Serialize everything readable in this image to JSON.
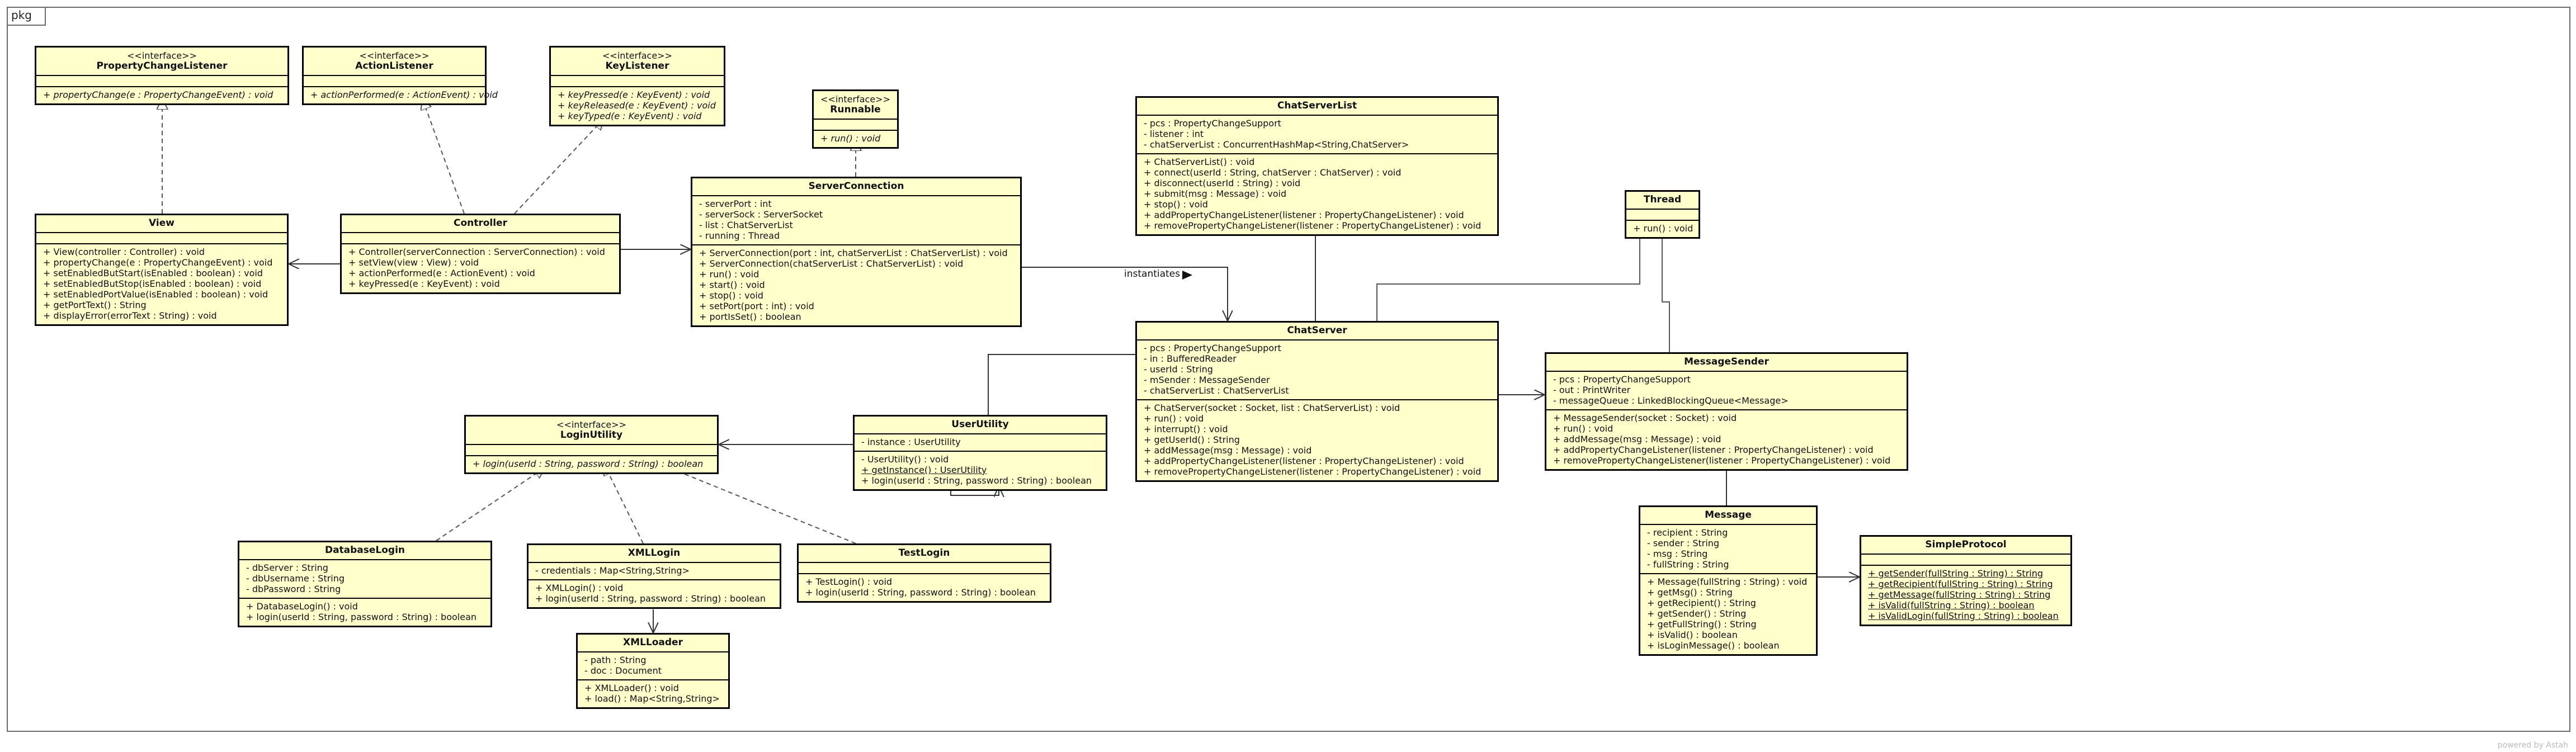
{
  "package_label": "pkg",
  "watermark": "powered by Astah",
  "instantiates_label": "instantiates",
  "classes": {
    "PropertyChangeListener": {
      "stereotype": "<<interface>>",
      "name": "PropertyChangeListener",
      "attributes": [],
      "operations": [
        {
          "text": "+ propertyChange(e : PropertyChangeEvent) : void",
          "abstract": true
        }
      ]
    },
    "ActionListener": {
      "stereotype": "<<interface>>",
      "name": "ActionListener",
      "attributes": [],
      "operations": [
        {
          "text": "+ actionPerformed(e : ActionEvent) : void",
          "abstract": true
        }
      ]
    },
    "KeyListener": {
      "stereotype": "<<interface>>",
      "name": "KeyListener",
      "attributes": [],
      "operations": [
        {
          "text": "+ keyPressed(e : KeyEvent) : void",
          "abstract": true
        },
        {
          "text": "+ keyReleased(e : KeyEvent) : void",
          "abstract": true
        },
        {
          "text": "+ keyTyped(e : KeyEvent) : void",
          "abstract": true
        }
      ]
    },
    "Runnable": {
      "stereotype": "<<interface>>",
      "name": "Runnable",
      "attributes": [],
      "operations": [
        {
          "text": "+ run() : void",
          "abstract": true
        }
      ]
    },
    "View": {
      "stereotype": "",
      "name": "View",
      "attributes": [],
      "operations": [
        {
          "text": "+ View(controller : Controller) : void"
        },
        {
          "text": "+ propertyChange(e : PropertyChangeEvent) : void"
        },
        {
          "text": "+ setEnabledButStart(isEnabled : boolean) : void"
        },
        {
          "text": "+ setEnabledButStop(isEnabled : boolean) : void"
        },
        {
          "text": "+ setEnabledPortValue(isEnabled : boolean) : void"
        },
        {
          "text": "+ getPortText() : String"
        },
        {
          "text": "+ displayError(errorText : String) : void"
        }
      ]
    },
    "Controller": {
      "stereotype": "",
      "name": "Controller",
      "attributes": [],
      "operations": [
        {
          "text": "+ Controller(serverConnection : ServerConnection) : void"
        },
        {
          "text": "+ setView(view : View) : void"
        },
        {
          "text": "+ actionPerformed(e : ActionEvent) : void"
        },
        {
          "text": "+ keyPressed(e : KeyEvent) : void"
        }
      ]
    },
    "ServerConnection": {
      "stereotype": "",
      "name": "ServerConnection",
      "attributes": [
        {
          "text": "- serverPort : int"
        },
        {
          "text": "- serverSock : ServerSocket"
        },
        {
          "text": "- list : ChatServerList"
        },
        {
          "text": "- running : Thread"
        }
      ],
      "operations": [
        {
          "text": "+ ServerConnection(port : int, chatServerList : ChatServerList) : void"
        },
        {
          "text": "+ ServerConnection(chatServerList : ChatServerList) : void"
        },
        {
          "text": "+ run() : void"
        },
        {
          "text": "+ start() : void"
        },
        {
          "text": "+ stop() : void"
        },
        {
          "text": "+ setPort(port : int) : void"
        },
        {
          "text": "+ portIsSet() : boolean"
        }
      ]
    },
    "ChatServerList": {
      "stereotype": "",
      "name": "ChatServerList",
      "attributes": [
        {
          "text": "- pcs : PropertyChangeSupport"
        },
        {
          "text": "- listener : int"
        },
        {
          "text": "- chatServerList : ConcurrentHashMap<String,ChatServer>"
        }
      ],
      "operations": [
        {
          "text": "+ ChatServerList() : void"
        },
        {
          "text": "+ connect(userId : String, chatServer : ChatServer) : void"
        },
        {
          "text": "+ disconnect(userId : String) : void"
        },
        {
          "text": "+ submit(msg : Message) : void"
        },
        {
          "text": "+ stop() : void"
        },
        {
          "text": "+ addPropertyChangeListener(listener : PropertyChangeListener) : void"
        },
        {
          "text": "+ removePropertyChangeListener(listener : PropertyChangeListener) : void"
        }
      ]
    },
    "Thread": {
      "stereotype": "",
      "name": "Thread",
      "attributes": [],
      "operations": [
        {
          "text": "+ run() : void"
        }
      ]
    },
    "ChatServer": {
      "stereotype": "",
      "name": "ChatServer",
      "attributes": [
        {
          "text": "- pcs : PropertyChangeSupport"
        },
        {
          "text": "- in : BufferedReader"
        },
        {
          "text": "- userId : String"
        },
        {
          "text": "- mSender : MessageSender"
        },
        {
          "text": "- chatServerList : ChatServerList"
        }
      ],
      "operations": [
        {
          "text": "+ ChatServer(socket : Socket, list : ChatServerList) : void"
        },
        {
          "text": "+ run() : void"
        },
        {
          "text": "+ interrupt() : void"
        },
        {
          "text": "+ getUserId() : String"
        },
        {
          "text": "+ addMessage(msg : Message) : void"
        },
        {
          "text": "+ addPropertyChangeListener(listener : PropertyChangeListener) : void"
        },
        {
          "text": "+ removePropertyChangeListener(listener : PropertyChangeListener) : void"
        }
      ]
    },
    "MessageSender": {
      "stereotype": "",
      "name": "MessageSender",
      "attributes": [
        {
          "text": "- pcs : PropertyChangeSupport"
        },
        {
          "text": "- out : PrintWriter"
        },
        {
          "text": "- messageQueue : LinkedBlockingQueue<Message>"
        }
      ],
      "operations": [
        {
          "text": "+ MessageSender(socket : Socket) : void"
        },
        {
          "text": "+ run() : void"
        },
        {
          "text": "+ addMessage(msg : Message) : void"
        },
        {
          "text": "+ addPropertyChangeListener(listener : PropertyChangeListener) : void"
        },
        {
          "text": "+ removePropertyChangeListener(listener : PropertyChangeListener) : void"
        }
      ]
    },
    "LoginUtility": {
      "stereotype": "<<interface>>",
      "name": "LoginUtility",
      "attributes": [],
      "operations": [
        {
          "text": "+ login(userId : String, password : String) : boolean",
          "abstract": true
        }
      ]
    },
    "UserUtility": {
      "stereotype": "",
      "name": "UserUtility",
      "attributes": [
        {
          "text": "- instance : UserUtility"
        }
      ],
      "operations": [
        {
          "text": "- UserUtility() : void"
        },
        {
          "text": "+ getInstance() : UserUtility",
          "static": true
        },
        {
          "text": "+ login(userId : String, password : String) : boolean"
        }
      ]
    },
    "DatabaseLogin": {
      "stereotype": "",
      "name": "DatabaseLogin",
      "attributes": [
        {
          "text": "- dbServer : String"
        },
        {
          "text": "- dbUsername : String"
        },
        {
          "text": "- dbPassword : String"
        }
      ],
      "operations": [
        {
          "text": "+ DatabaseLogin() : void"
        },
        {
          "text": "+ login(userId : String, password : String) : boolean"
        }
      ]
    },
    "XMLLogin": {
      "stereotype": "",
      "name": "XMLLogin",
      "attributes": [
        {
          "text": "- credentials : Map<String,String>"
        }
      ],
      "operations": [
        {
          "text": "+ XMLLogin() : void"
        },
        {
          "text": "+ login(userId : String, password : String) : boolean"
        }
      ]
    },
    "TestLogin": {
      "stereotype": "",
      "name": "TestLogin",
      "attributes": [],
      "operations": [
        {
          "text": "+ TestLogin() : void"
        },
        {
          "text": "+ login(userId : String, password : String) : boolean"
        }
      ]
    },
    "XMLLoader": {
      "stereotype": "",
      "name": "XMLLoader",
      "attributes": [
        {
          "text": "- path : String"
        },
        {
          "text": "- doc : Document"
        }
      ],
      "operations": [
        {
          "text": "+ XMLLoader() : void"
        },
        {
          "text": "+ load() : Map<String,String>"
        }
      ]
    },
    "Message": {
      "stereotype": "",
      "name": "Message",
      "attributes": [
        {
          "text": "- recipient : String"
        },
        {
          "text": "- sender : String"
        },
        {
          "text": "- msg : String"
        },
        {
          "text": "- fullString : String"
        }
      ],
      "operations": [
        {
          "text": "+ Message(fullString : String) : void"
        },
        {
          "text": "+ getMsg() : String"
        },
        {
          "text": "+ getRecipient() : String"
        },
        {
          "text": "+ getSender() : String"
        },
        {
          "text": "+ getFullString() : String"
        },
        {
          "text": "+ isValid() : boolean"
        },
        {
          "text": "+ isLoginMessage() : boolean"
        }
      ]
    },
    "SimpleProtocol": {
      "stereotype": "",
      "name": "SimpleProtocol",
      "attributes": [],
      "operations": [
        {
          "text": "+ getSender(fullString : String) : String",
          "static": true
        },
        {
          "text": "+ getRecipient(fullString : String) : String",
          "static": true
        },
        {
          "text": "+ getMessage(fullString : String) : String",
          "static": true
        },
        {
          "text": "+ isValid(fullString : String) : boolean",
          "static": true
        },
        {
          "text": "+ isValidLogin(fullString : String) : boolean",
          "static": true
        }
      ]
    }
  },
  "relations": [
    {
      "from": "View",
      "to": "PropertyChangeListener",
      "kind": "realization"
    },
    {
      "from": "Controller",
      "to": "ActionListener",
      "kind": "realization"
    },
    {
      "from": "Controller",
      "to": "KeyListener",
      "kind": "realization"
    },
    {
      "from": "Controller",
      "to": "View",
      "kind": "association"
    },
    {
      "from": "Controller",
      "to": "ServerConnection",
      "kind": "association"
    },
    {
      "from": "ServerConnection",
      "to": "Runnable",
      "kind": "realization"
    },
    {
      "from": "ServerConnection",
      "to": "ChatServer",
      "kind": "dependency",
      "label": "instantiates"
    },
    {
      "from": "ChatServer",
      "to": "ChatServerList",
      "kind": "aggregation"
    },
    {
      "from": "ChatServer",
      "to": "Thread",
      "kind": "generalization"
    },
    {
      "from": "MessageSender",
      "to": "Thread",
      "kind": "generalization"
    },
    {
      "from": "ChatServer",
      "to": "MessageSender",
      "kind": "association"
    },
    {
      "from": "Message",
      "to": "MessageSender",
      "kind": "aggregation"
    },
    {
      "from": "Message",
      "to": "SimpleProtocol",
      "kind": "association"
    },
    {
      "from": "ChatServer",
      "to": "UserUtility",
      "kind": "association"
    },
    {
      "from": "UserUtility",
      "to": "LoginUtility",
      "kind": "association"
    },
    {
      "from": "UserUtility",
      "to": "UserUtility",
      "kind": "self-association"
    },
    {
      "from": "DatabaseLogin",
      "to": "LoginUtility",
      "kind": "realization"
    },
    {
      "from": "XMLLogin",
      "to": "LoginUtility",
      "kind": "realization"
    },
    {
      "from": "TestLogin",
      "to": "LoginUtility",
      "kind": "realization"
    },
    {
      "from": "XMLLogin",
      "to": "XMLLoader",
      "kind": "association"
    }
  ]
}
